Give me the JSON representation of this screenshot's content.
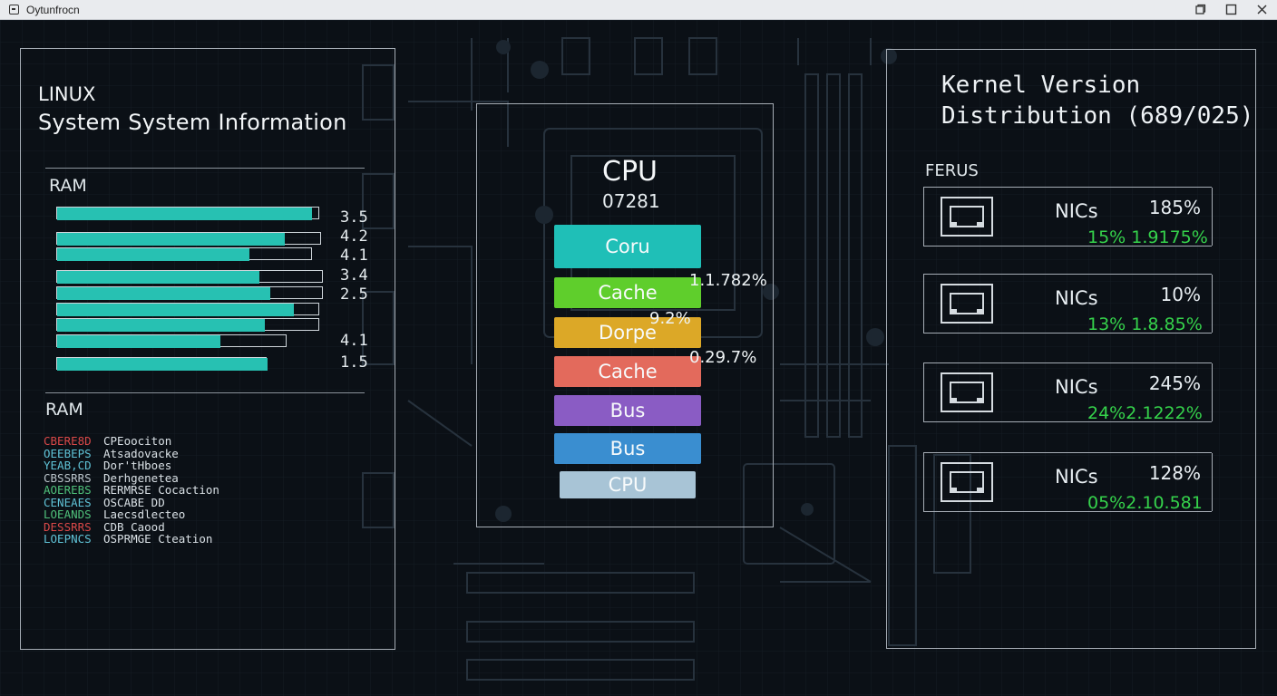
{
  "window": {
    "title": "Oytunfrocn"
  },
  "left": {
    "title_line1": "LINUX",
    "title_line2": "System System Information",
    "ram_label": "RAM",
    "bars": [
      {
        "fill": 0.97,
        "value": "3.5"
      },
      {
        "fill": 0.86,
        "value": "4.2"
      },
      {
        "fill": 0.75,
        "value": "4.1"
      },
      {
        "fill": 0.76,
        "value": "3.4"
      },
      {
        "fill": 0.8,
        "value": "2.5"
      },
      {
        "fill": 0.9,
        "value": ""
      },
      {
        "fill": 0.79,
        "value": ""
      },
      {
        "fill": 0.71,
        "value": "4.1"
      },
      {
        "fill": 1.0,
        "value": "1.5"
      }
    ],
    "ram2_label": "RAM",
    "terminal": [
      {
        "a": "CBERE8D",
        "b": "CPEoociton",
        "color": "#d94848"
      },
      {
        "a": "OEEBEPS",
        "b": "Atsadovacke",
        "color": "#5fc2d6"
      },
      {
        "a": "YEAB,CD",
        "b": "Dor'tHboes",
        "color": "#5fc2d6"
      },
      {
        "a": "CBSSRRS",
        "b": "Derhgenetea",
        "color": "#b9c3c9"
      },
      {
        "a": "AOEREBS",
        "b": "RERMRSE Cocaction",
        "color": "#4fc07a"
      },
      {
        "a": "CENEAES",
        "b": "OSCABE DD",
        "color": "#5fc2d6"
      },
      {
        "a": "LOEANDS",
        "b": "Laecsdlecteo",
        "color": "#4fc07a"
      },
      {
        "a": "DESSRRS",
        "b": "CDB Caood",
        "color": "#d94848"
      },
      {
        "a": "LOEPNCS",
        "b": "OSPRMGE Cteation",
        "color": "#5fc2d6"
      }
    ]
  },
  "center": {
    "title": "CPU",
    "subtitle": "07281",
    "blocks": [
      {
        "label": "Coru",
        "color": "#1fbfb7"
      },
      {
        "label": "Cache",
        "color": "#5fce2c"
      },
      {
        "label": "Dorpe",
        "color": "#dca827"
      },
      {
        "label": "Cache",
        "color": "#e36a5c"
      },
      {
        "label": "Bus",
        "color": "#8a5cc4"
      },
      {
        "label": "Bus",
        "color": "#3a8ed0"
      },
      {
        "label": "CPU",
        "color": "#a8c4d6"
      }
    ],
    "percents": [
      "1.1.782%",
      "9.2%",
      "0.29.7%"
    ]
  },
  "right": {
    "kernel_line1": "Kernel Version",
    "kernel_line2": "Distribution (689/025)",
    "section_label": "FERUS",
    "nics": [
      {
        "name": "NICs",
        "percent": "185%",
        "detail": "15% 1.9175%"
      },
      {
        "name": "NICs",
        "percent": "10%",
        "detail": "13% 1.8.85%"
      },
      {
        "name": "NICs",
        "percent": "245%",
        "detail": "24%2.1222%"
      },
      {
        "name": "NICs",
        "percent": "128%",
        "detail": "05%2.10.581"
      }
    ]
  }
}
